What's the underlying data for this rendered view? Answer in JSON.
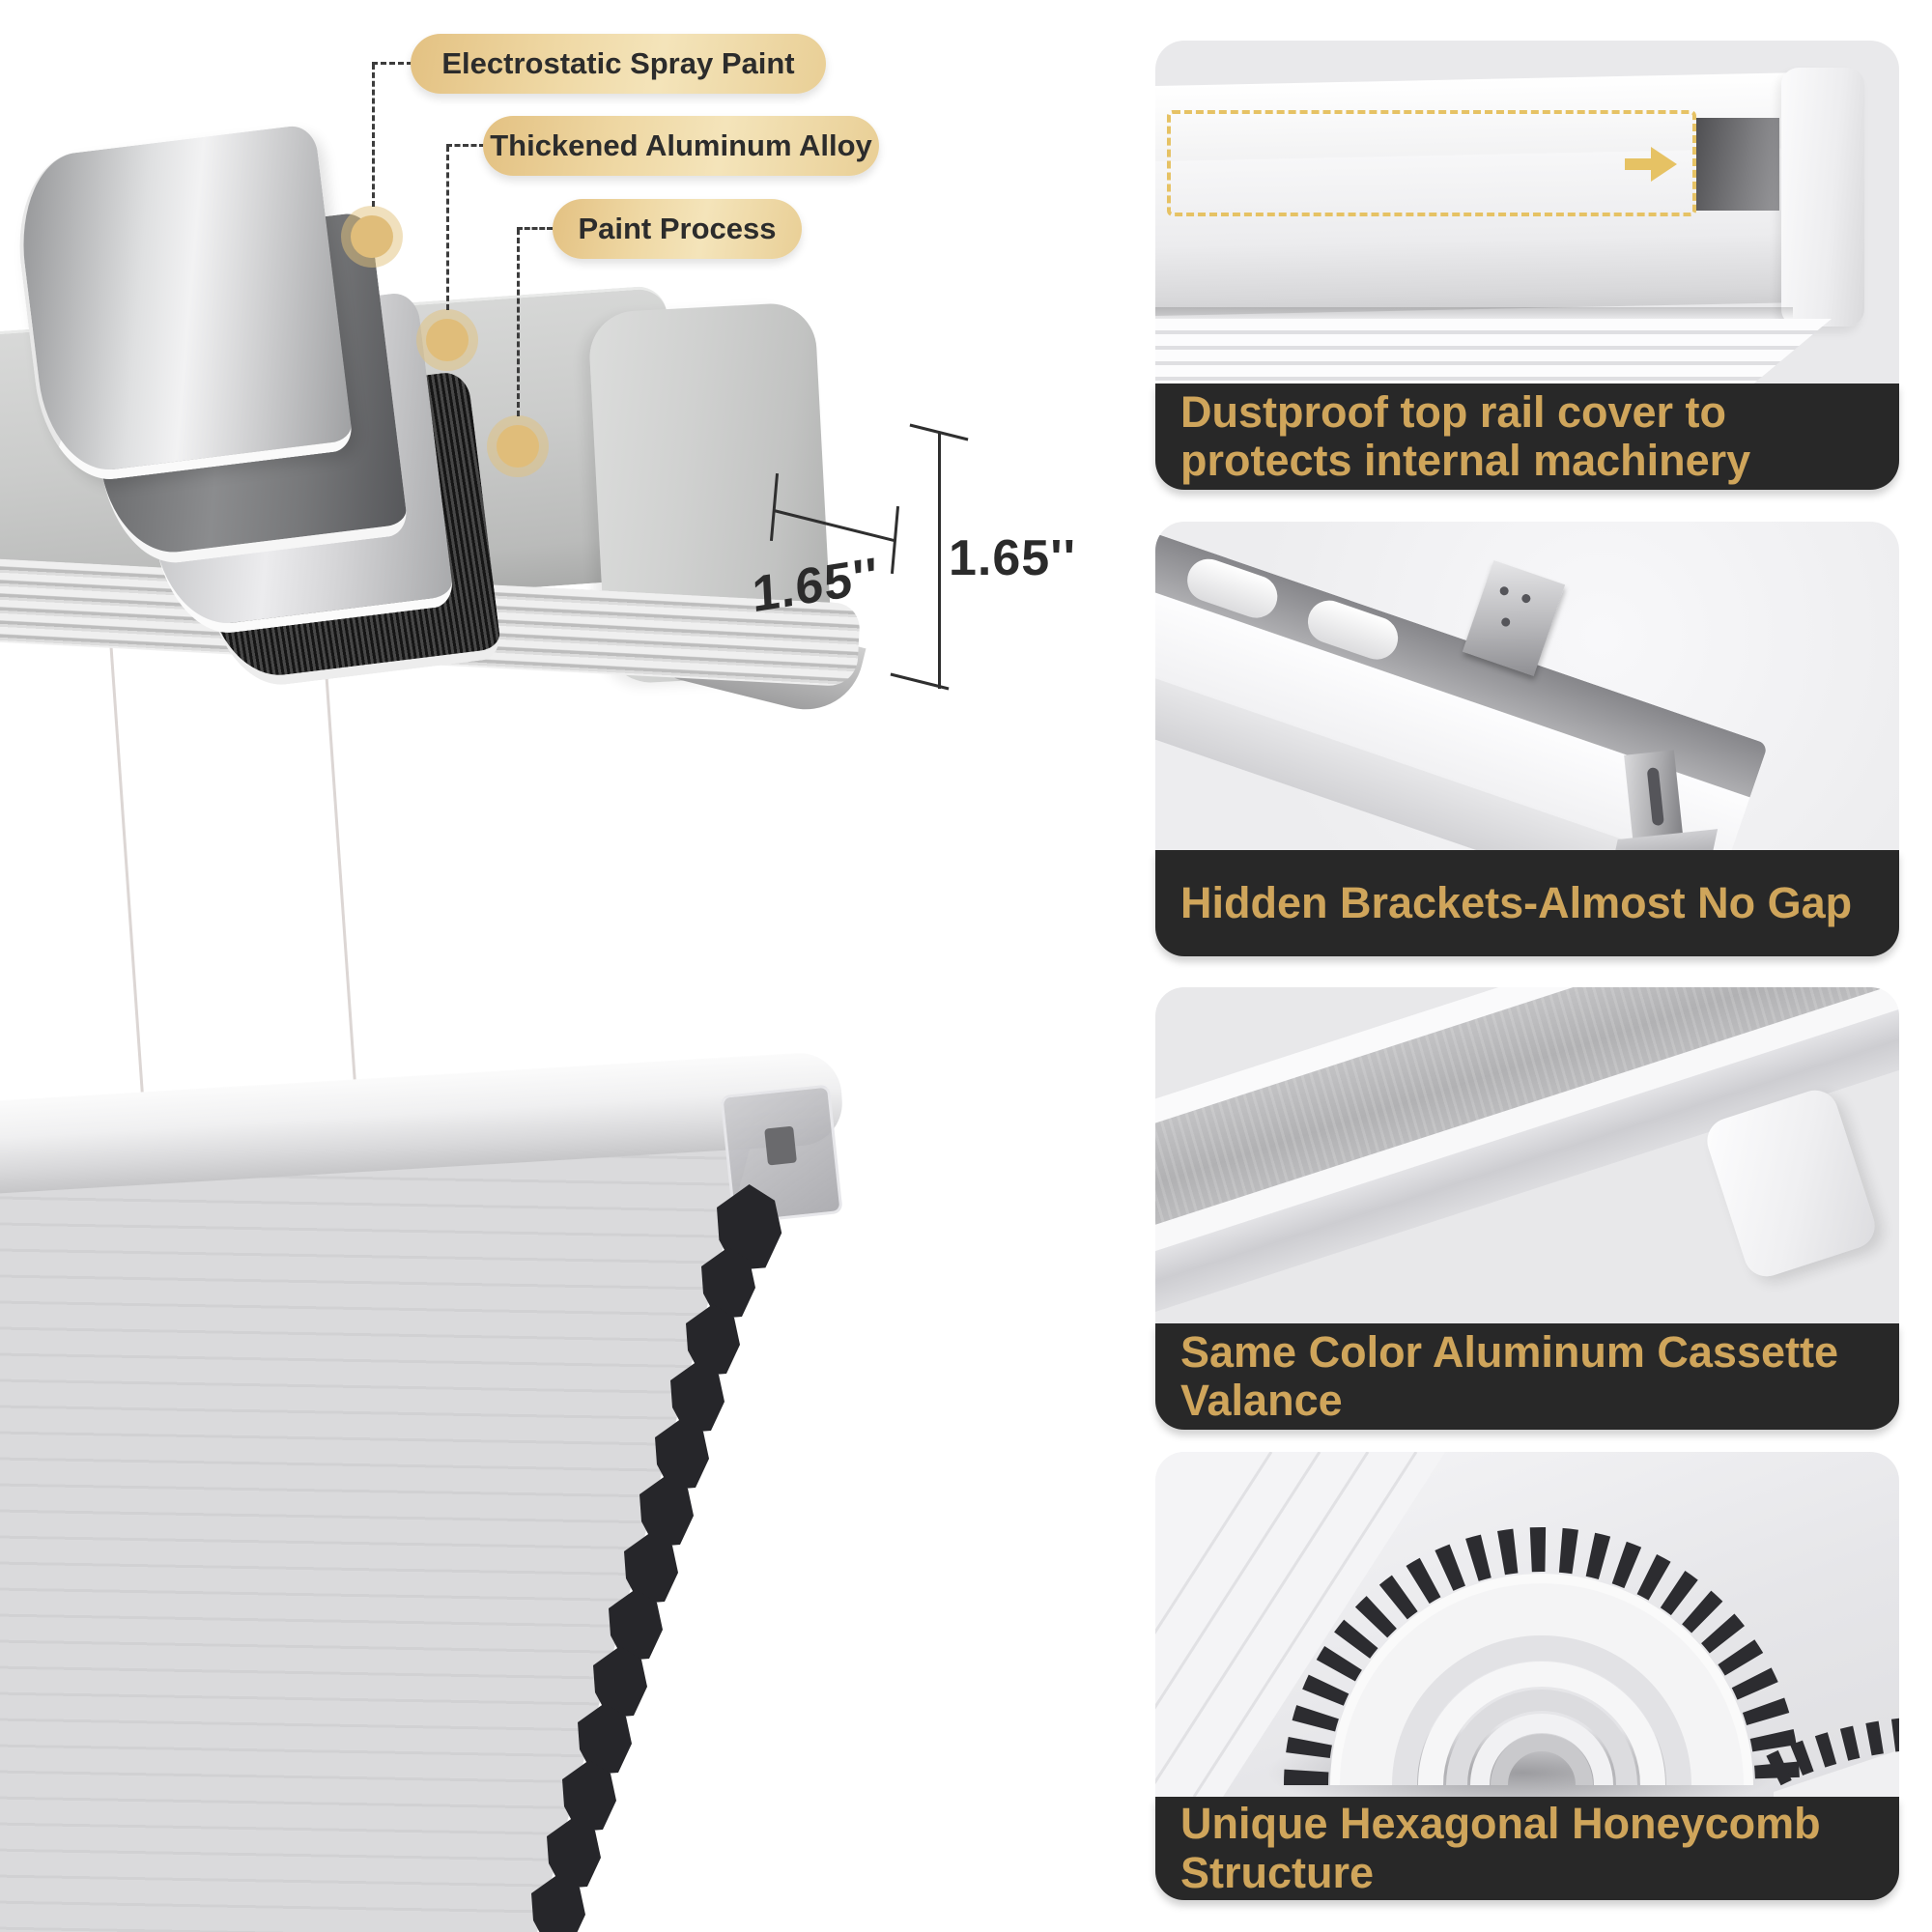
{
  "title": "Cellular shade headrail feature infographic",
  "left_diagram": {
    "callouts": [
      {
        "label": "Electrostatic Spray Paint"
      },
      {
        "label": "Thickened Aluminum Alloy"
      },
      {
        "label": "Paint Process"
      }
    ],
    "dimensions": {
      "depth": "1.65''",
      "height": "1.65''"
    }
  },
  "right_panels": [
    {
      "caption_lines": [
        "Dustproof top rail cover to",
        "protects internal machinery"
      ]
    },
    {
      "caption_lines": [
        "Hidden Brackets-Almost No Gap",
        ""
      ]
    },
    {
      "caption_lines": [
        "Same Color Aluminum Cassette",
        "Valance"
      ]
    },
    {
      "caption_lines": [
        "Unique Hexagonal Honeycomb",
        "Structure"
      ]
    }
  ],
  "icons": {
    "panel1_arrow": "arrow-right-icon",
    "callout_marker": "circle-marker-icon"
  },
  "colors": {
    "accent_gold": "#e0bd7a",
    "pill_gradient_start": "#e3c182",
    "pill_gradient_end": "#f4e4ba",
    "caption_text": "#cfa55b",
    "caption_bg": "#282828",
    "panel_photo_bg": "#e9e9eb",
    "dashed_line": "#3c3c3c",
    "honeycomb_cell": "#26262a"
  }
}
